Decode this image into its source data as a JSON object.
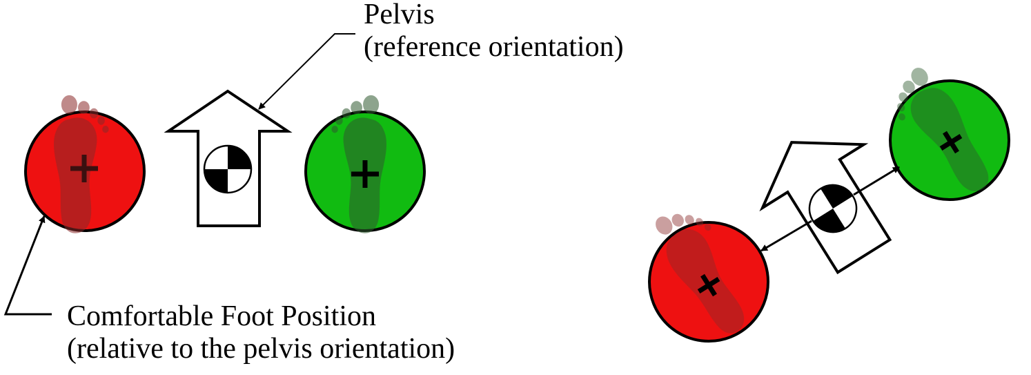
{
  "labels": {
    "pelvis_title": "Pelvis",
    "pelvis_sub": "(reference orientation)",
    "foot_title": "Comfortable Foot Position",
    "foot_sub": "(relative to the pelvis orientation)"
  },
  "colors": {
    "left_foot_circle": "#ee1111",
    "right_foot_circle": "#11bb11",
    "footprint_left": "#8a2a2a",
    "footprint_right": "#2f5a2f",
    "outline": "#000000"
  },
  "icons": {
    "center_of_mass": "center-of-mass-icon",
    "marker": "cross-marker-icon",
    "footprint": "footprint-icon",
    "direction": "direction-arrow-icon"
  }
}
